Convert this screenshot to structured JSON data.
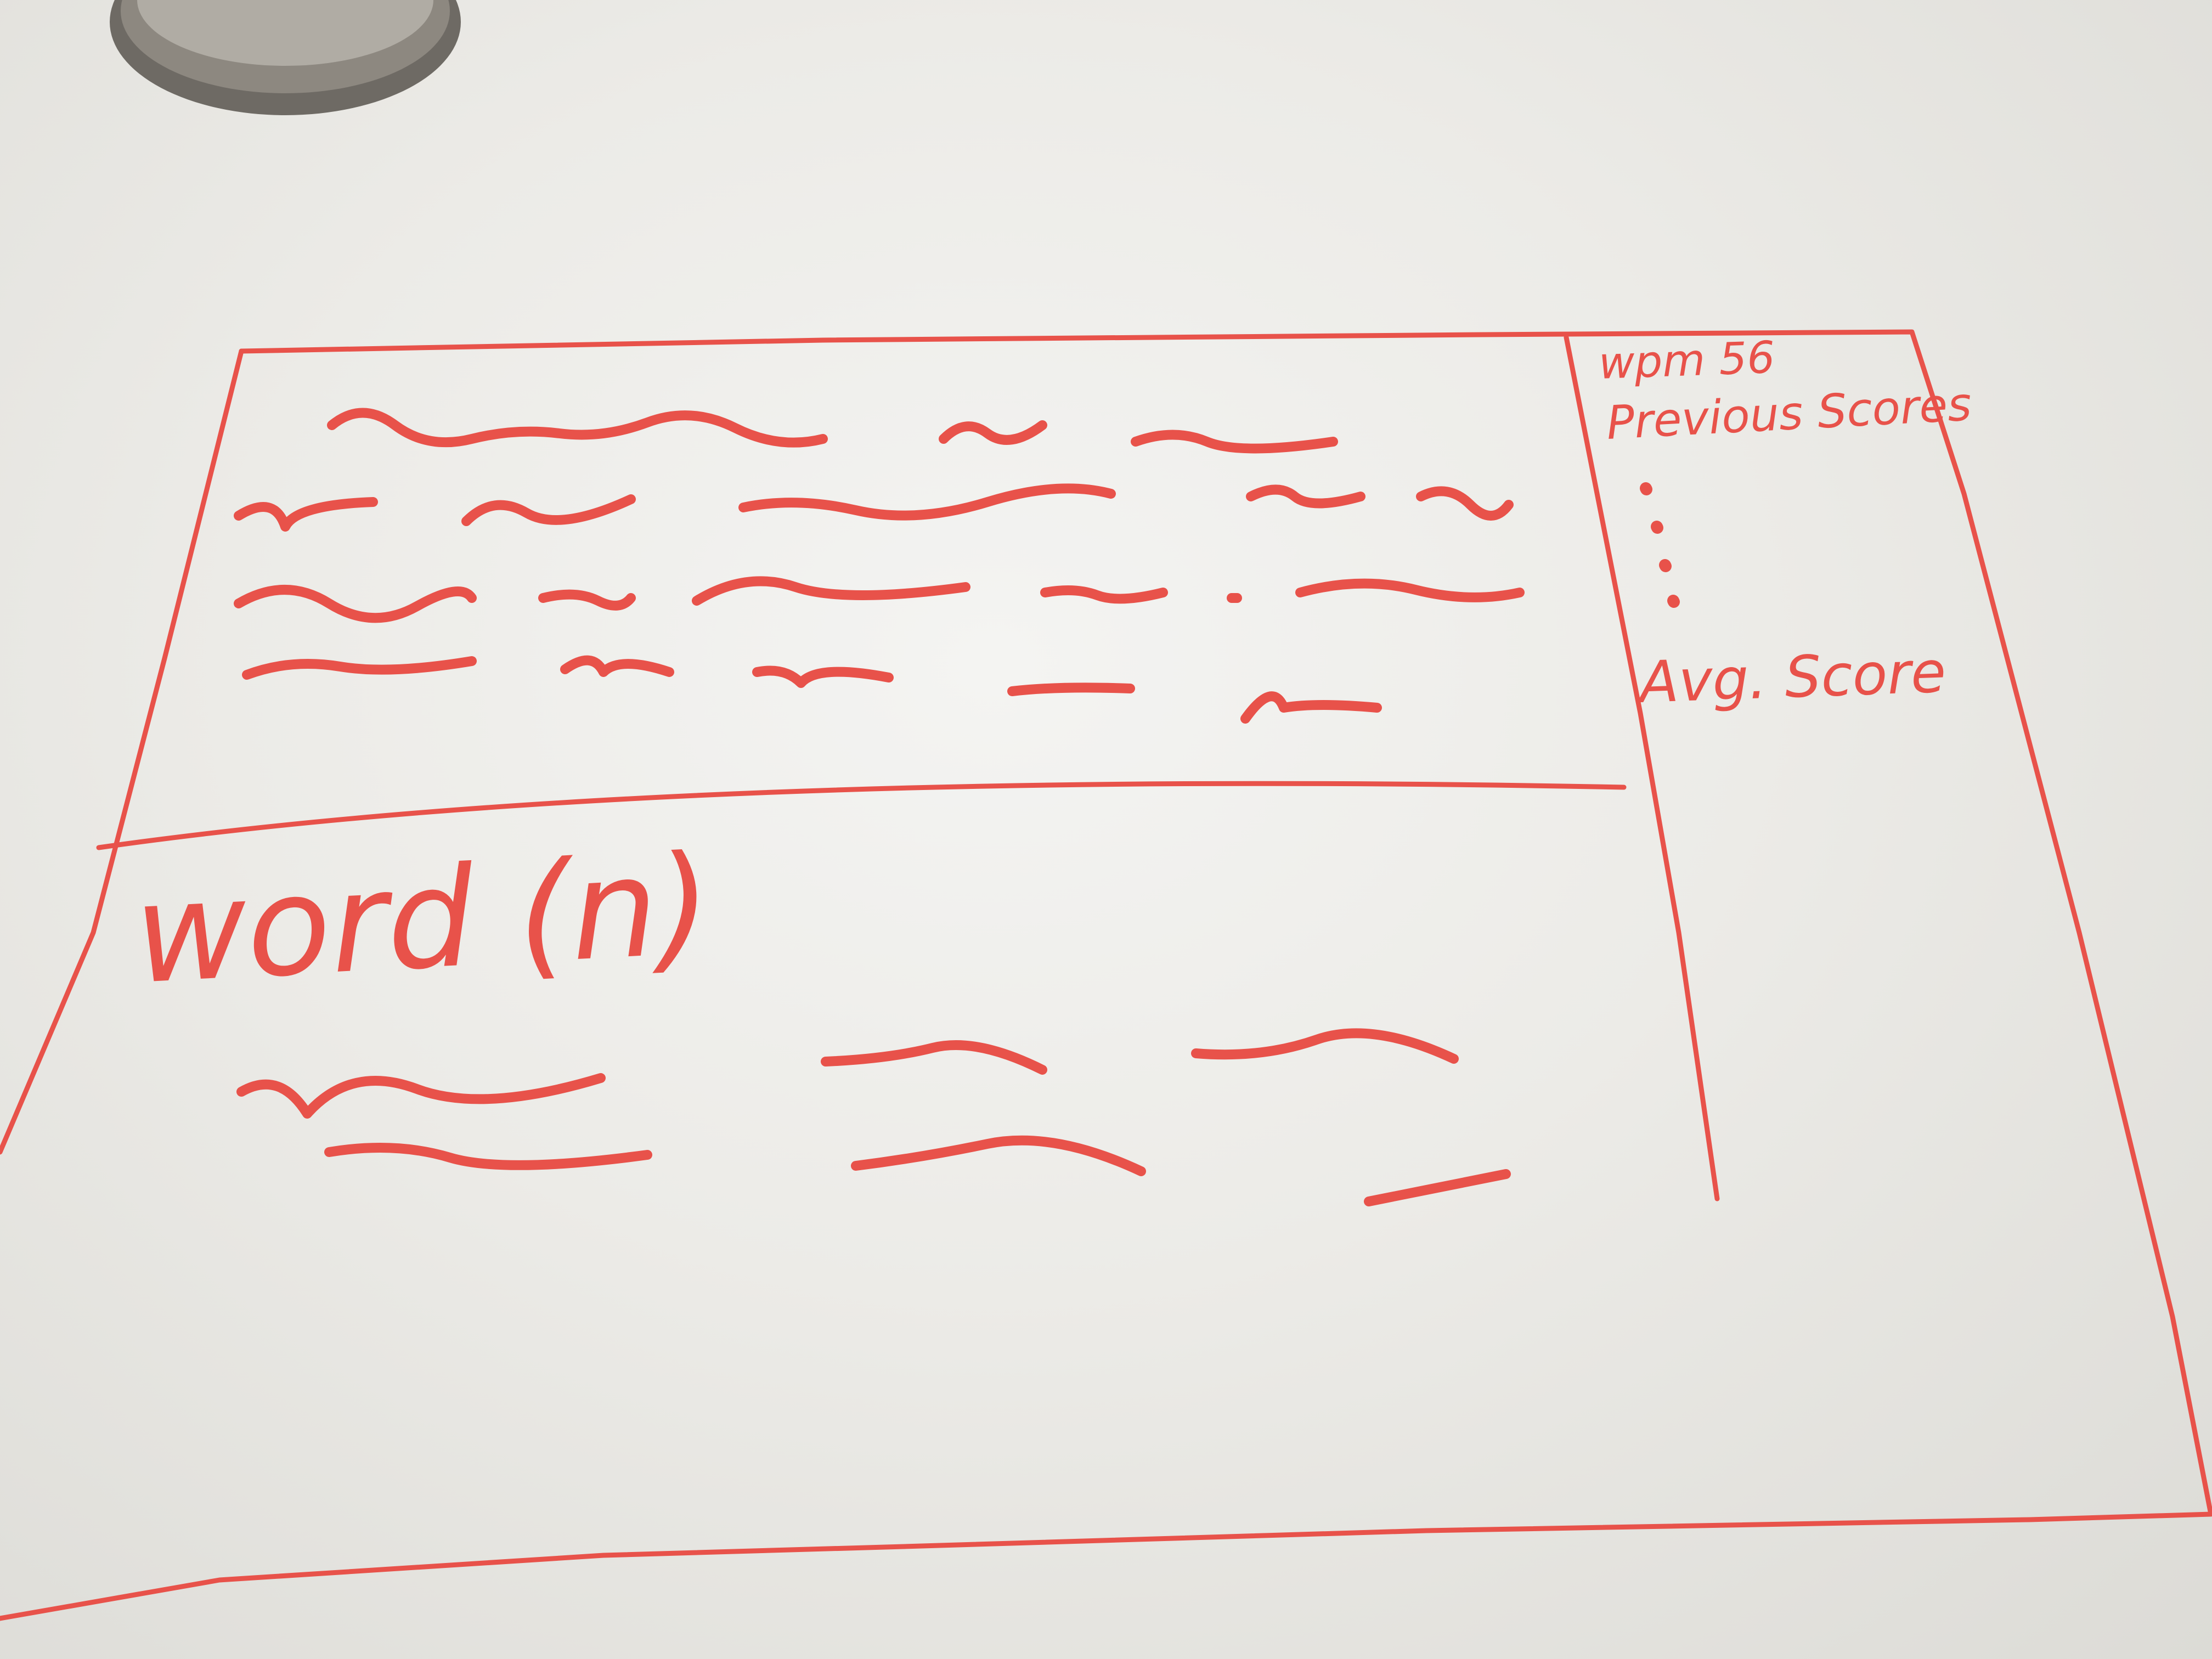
{
  "sketch": {
    "ink_color": "#e8524a",
    "board_color": "#ecebe7",
    "sidebar": {
      "wpm_label": "wpm 56",
      "previous_scores_label": "Previous Scores",
      "avg_score_label": "Avg. Score"
    },
    "input_area": {
      "word_label": "word (n)"
    }
  }
}
